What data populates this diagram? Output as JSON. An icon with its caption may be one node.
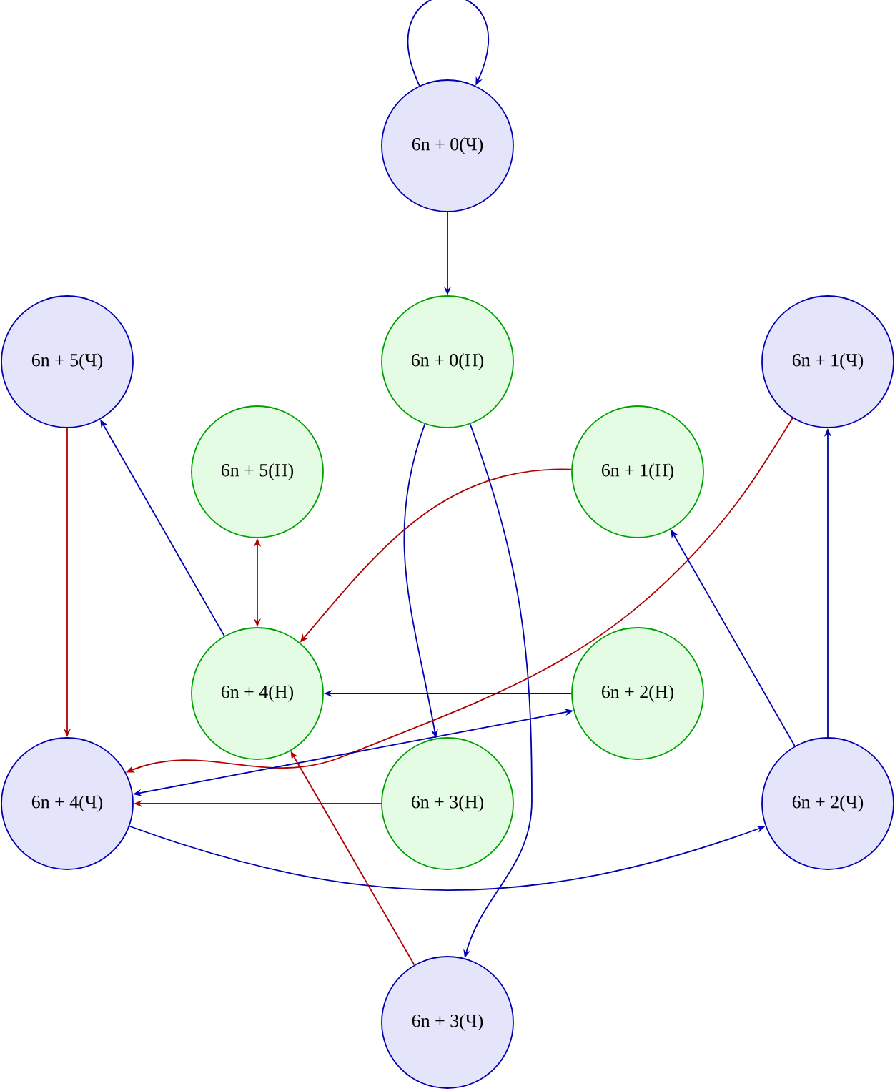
{
  "diagram": {
    "nodes": [
      {
        "text": [
          "6n + 0(Ч)"
        ]
      },
      {
        "text": [
          "6n + 5(Ч)"
        ]
      },
      {
        "text": [
          "6n + 0(Н)"
        ]
      },
      {
        "text": [
          "6n + 1(Ч)"
        ]
      },
      {
        "text": [
          "6n + 5(Н)"
        ]
      },
      {
        "text": [
          "6n + 1(Н)"
        ]
      },
      {
        "text": [
          "6n + 4(Н)"
        ]
      },
      {
        "text": [
          "6n + 2(Н)"
        ]
      },
      {
        "text": [
          "6n + 4(Ч)"
        ]
      },
      {
        "text": [
          "6n + 3(Н)"
        ]
      },
      {
        "text": [
          "6n + 2(Ч)"
        ]
      },
      {
        "text": [
          "6n + 3(Ч)"
        ]
      }
    ],
    "edges": [
      {
        "from": 0,
        "to": 0,
        "arrow": "to"
      },
      {
        "from": 0,
        "to": 2,
        "arrow": "to"
      },
      {
        "from": 2,
        "to": 9,
        "arrow": "to"
      },
      {
        "from": 2,
        "to": 11,
        "arrow": "to"
      },
      {
        "from": 1,
        "to": 8,
        "arrow": "to",
        "color": "#b00000"
      },
      {
        "from": 4,
        "to": 6,
        "arrow": "both",
        "color": "#b00000"
      },
      {
        "from": 5,
        "to": 6,
        "arrow": "to",
        "color": "#b00000"
      },
      {
        "from": 3,
        "to": 8,
        "arrow": "to",
        "color": "#b00000"
      },
      {
        "from": 7,
        "to": 6,
        "arrow": "to"
      },
      {
        "from": 6,
        "to": 1,
        "arrow": "to"
      },
      {
        "from": 10,
        "to": 5,
        "arrow": "to"
      },
      {
        "from": 10,
        "to": 3,
        "arrow": "to"
      },
      {
        "from": 8,
        "to": 10,
        "arrow": "to"
      },
      {
        "from": 8,
        "to": 7,
        "arrow": "both"
      },
      {
        "from": 9,
        "to": 8,
        "arrow": "to",
        "color": "#b00000"
      },
      {
        "from": 11,
        "to": 6,
        "arrow": "to",
        "color": "#b00000"
      }
    ]
  }
}
